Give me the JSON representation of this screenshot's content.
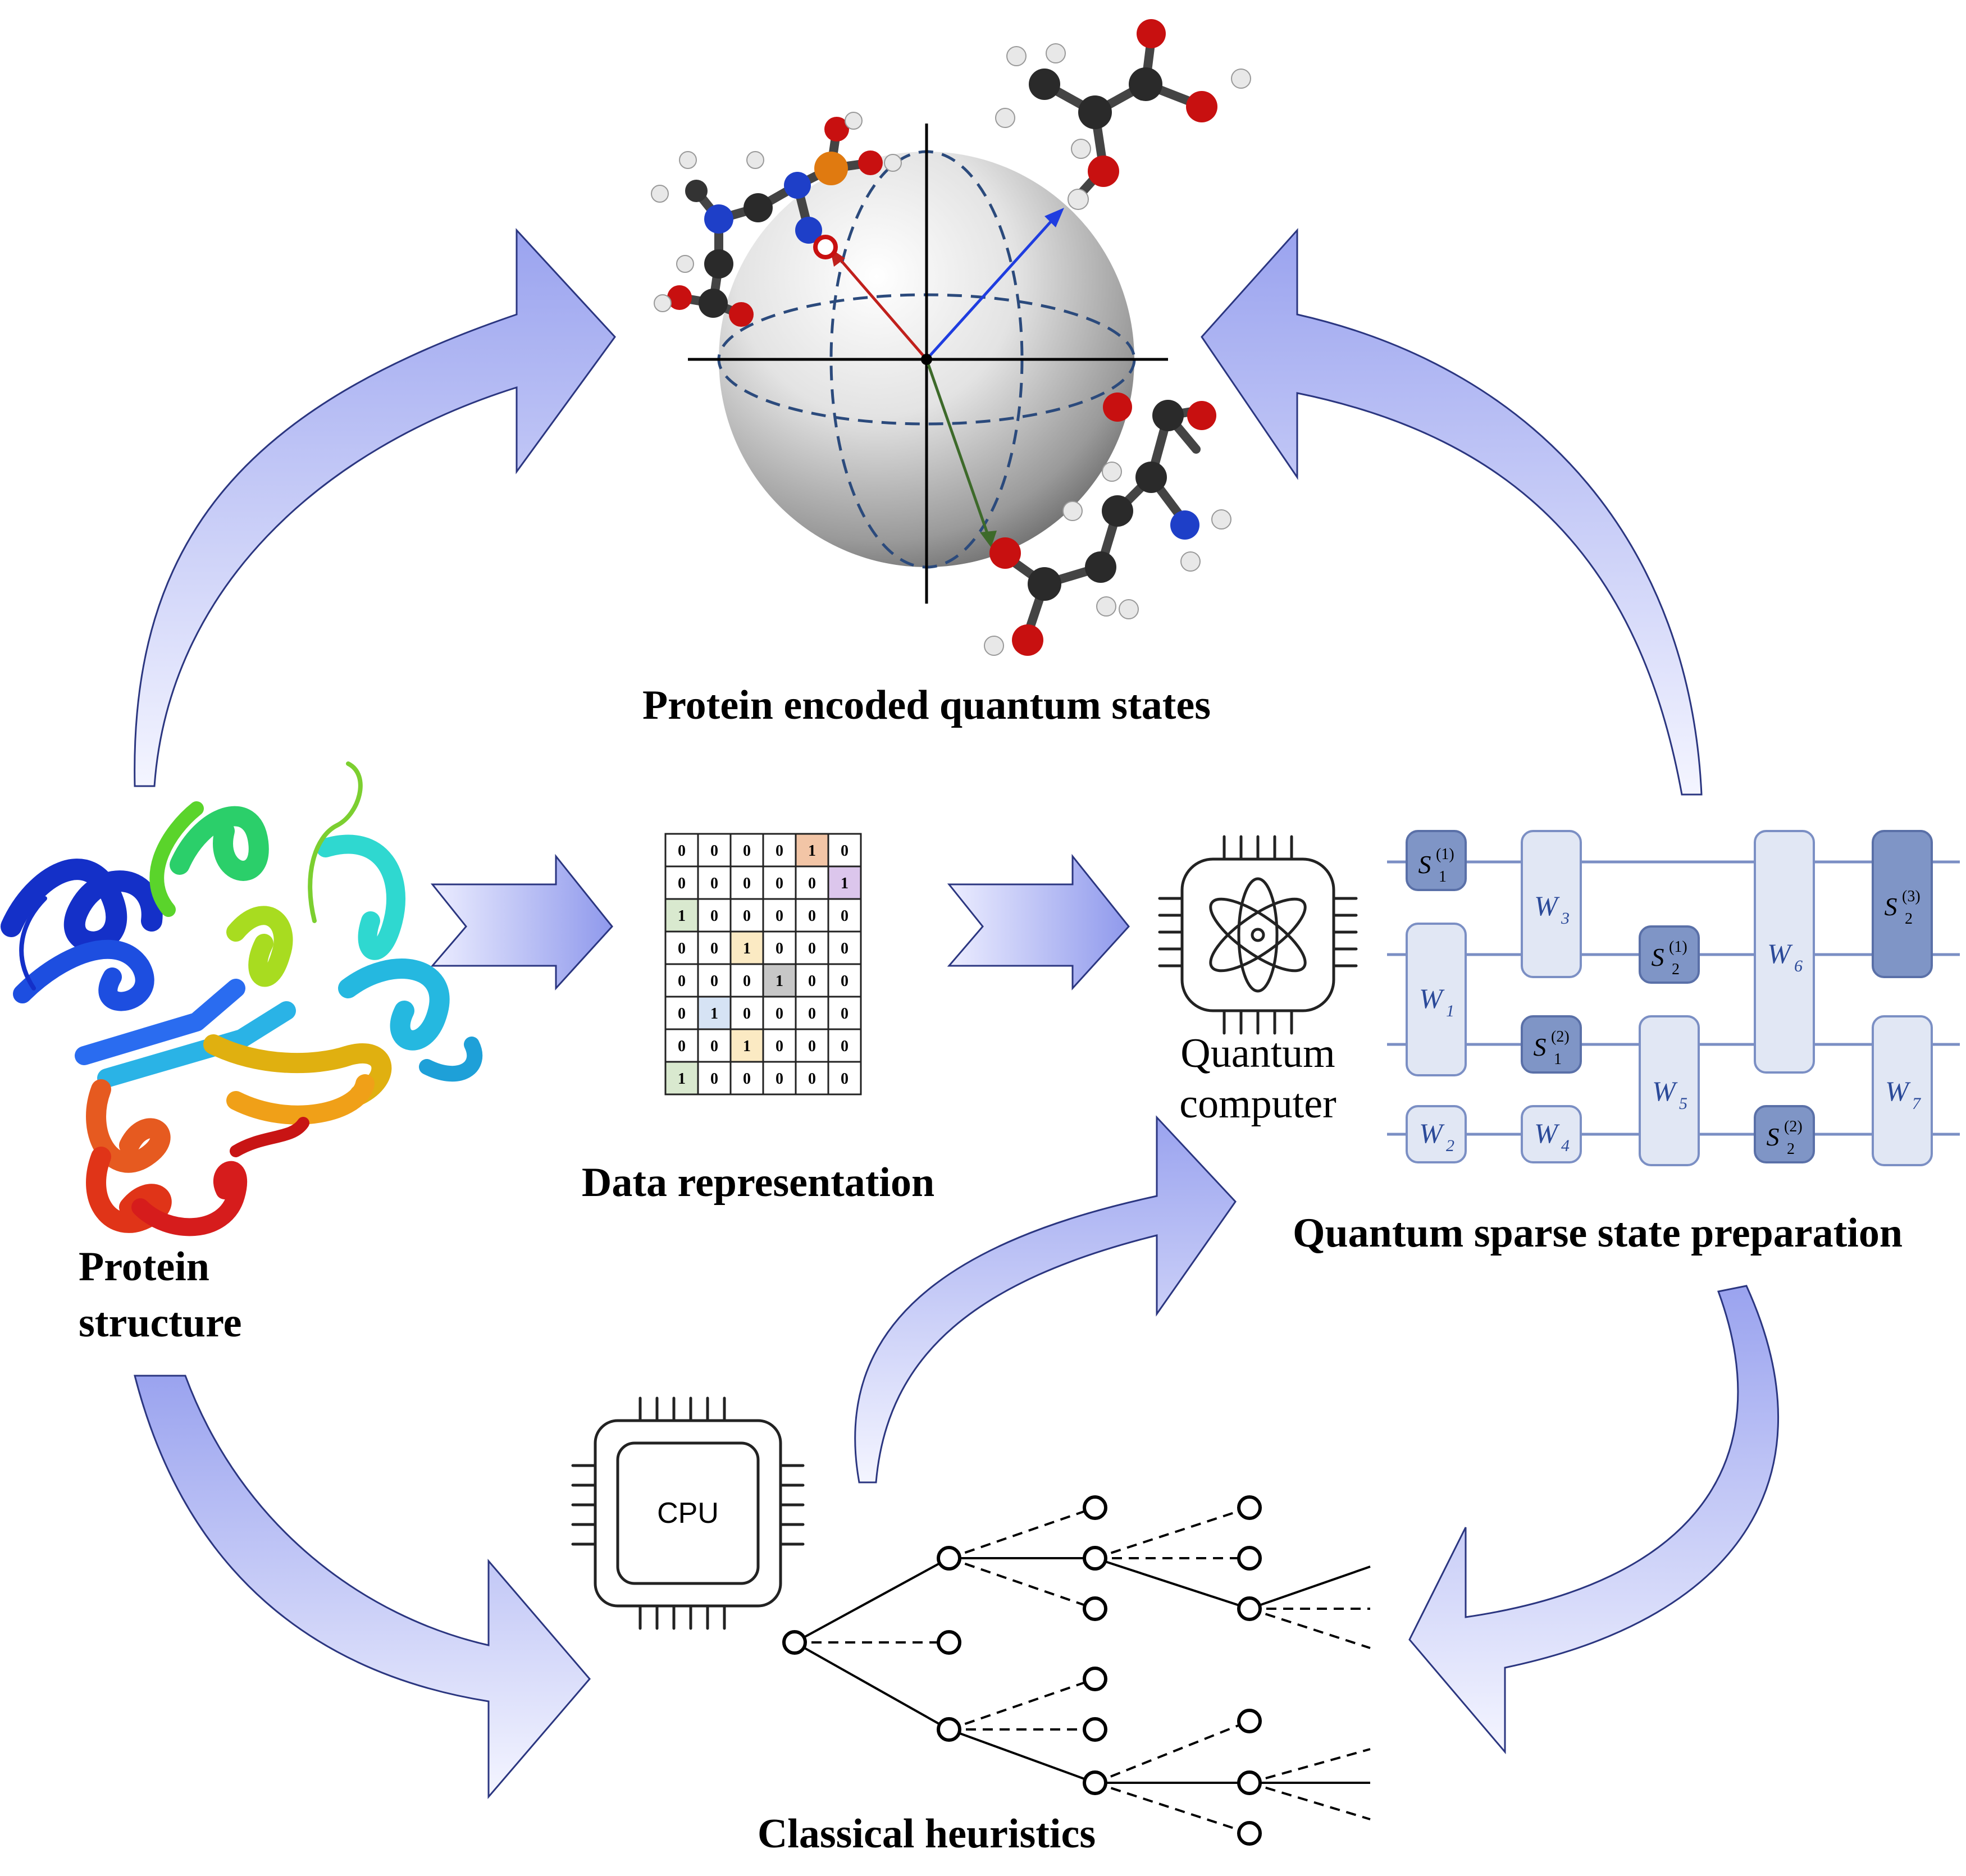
{
  "labels": {
    "top_title": "Protein encoded quantum states",
    "protein_structure_line1": "Protein",
    "protein_structure_line2": "structure",
    "data_representation": "Data representation",
    "quantum_computer_line1": "Quantum",
    "quantum_computer_line2": "computer",
    "quantum_sparse": "Quantum sparse state preparation",
    "classical_heuristics": "Classical heuristics",
    "cpu": "CPU"
  },
  "matrix": {
    "rows": [
      [
        "0",
        "0",
        "0",
        "0",
        "1",
        "0"
      ],
      [
        "0",
        "0",
        "0",
        "0",
        "0",
        "1"
      ],
      [
        "1",
        "0",
        "0",
        "0",
        "0",
        "0"
      ],
      [
        "0",
        "0",
        "1",
        "0",
        "0",
        "0"
      ],
      [
        "0",
        "0",
        "0",
        "1",
        "0",
        "0"
      ],
      [
        "0",
        "1",
        "0",
        "0",
        "0",
        "0"
      ],
      [
        "0",
        "0",
        "1",
        "0",
        "0",
        "0"
      ],
      [
        "1",
        "0",
        "0",
        "0",
        "0",
        "0"
      ]
    ],
    "highlight_colors": [
      "#f2c5a6",
      "#dcc6ec",
      "#d9e9cf",
      "#fbeac3",
      "#c7c7c7",
      "#d6e3f4",
      "#fbeac3",
      "#d9e9cf"
    ]
  },
  "circuit": {
    "gates": [
      {
        "name": "W",
        "sub": "1",
        "sup": ""
      },
      {
        "name": "W",
        "sub": "2",
        "sup": ""
      },
      {
        "name": "S",
        "sub": "1",
        "sup": "(1)"
      },
      {
        "name": "W",
        "sub": "3",
        "sup": ""
      },
      {
        "name": "S",
        "sub": "1",
        "sup": "(2)"
      },
      {
        "name": "W",
        "sub": "4",
        "sup": ""
      },
      {
        "name": "S",
        "sub": "2",
        "sup": "(1)"
      },
      {
        "name": "W",
        "sub": "5",
        "sup": ""
      },
      {
        "name": "W",
        "sub": "6",
        "sup": ""
      },
      {
        "name": "S",
        "sub": "2",
        "sup": "(2)"
      },
      {
        "name": "S",
        "sub": "2",
        "sup": "(3)"
      },
      {
        "name": "W",
        "sub": "7",
        "sup": ""
      }
    ]
  },
  "colors": {
    "arrow_fill": "#aab2f2",
    "arrow_stroke": "#2b3680",
    "gate_light": "#e1e7f4",
    "gate_dark": "#7f95c6",
    "wire": "#7b8fc4"
  }
}
